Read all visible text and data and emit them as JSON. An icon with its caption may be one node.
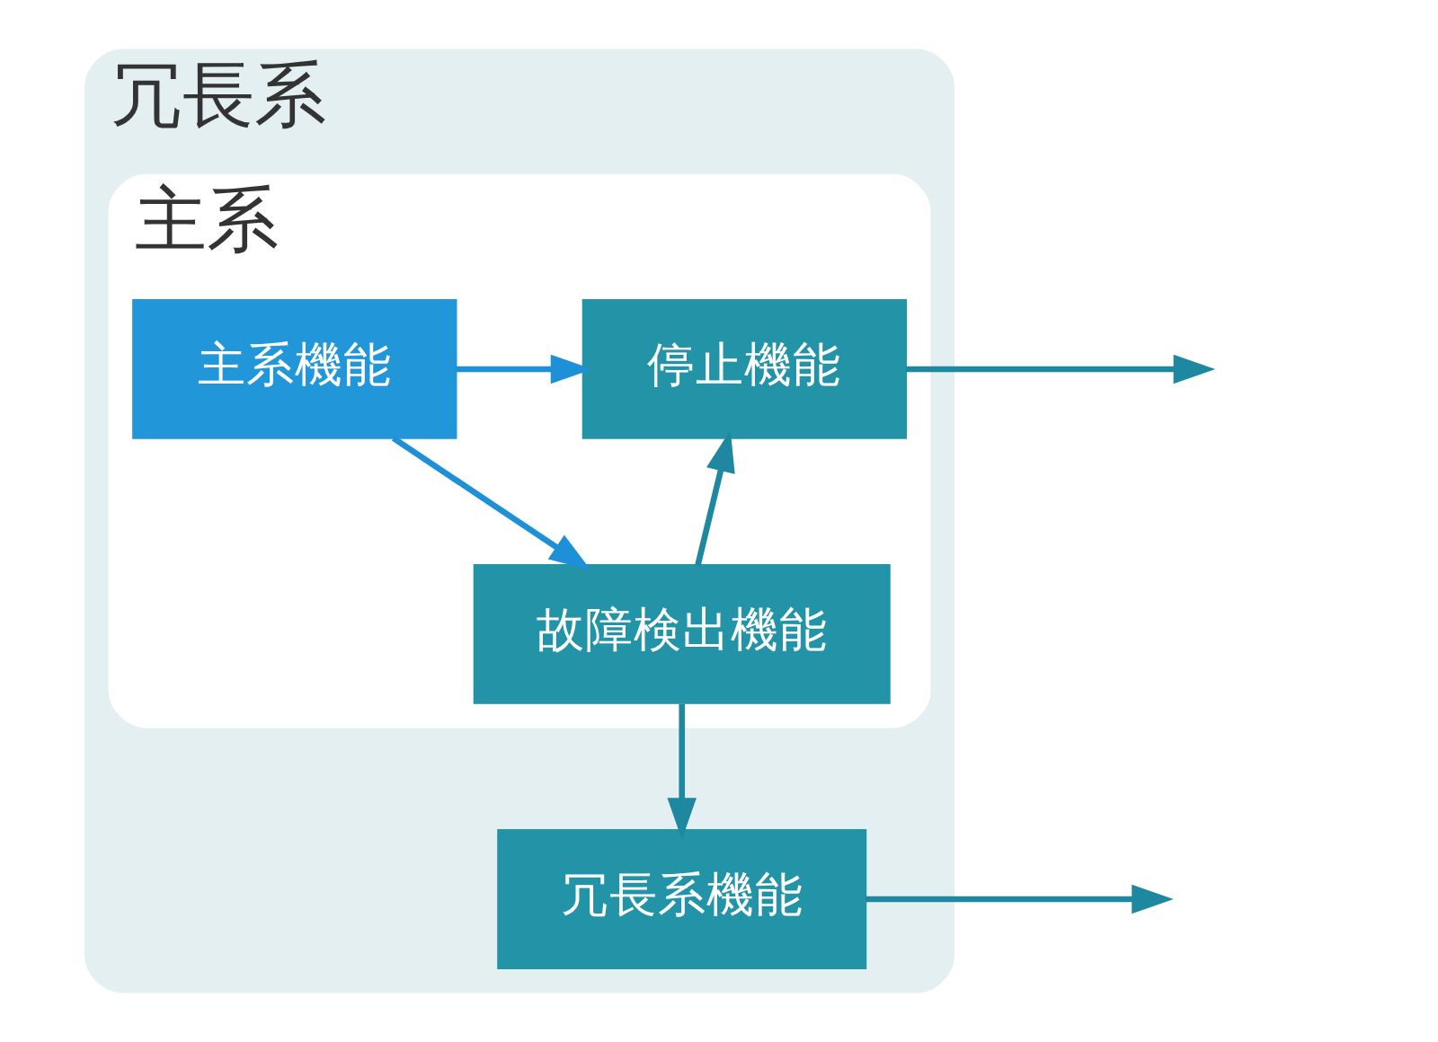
{
  "diagram": {
    "nodes": [
      {
        "text": [
          "冗長系"
        ]
      },
      {
        "text": [
          "主系"
        ],
        "in": 0
      },
      {
        "text": [
          "主系機能"
        ],
        "in": 1
      },
      {
        "text": [
          "停止機能"
        ],
        "in": 1
      },
      {
        "text": [
          "故障検出機能"
        ],
        "in": 1
      },
      {
        "text": [
          "冗長系機能"
        ],
        "in": 0
      }
    ],
    "edges": [
      {
        "from": 2,
        "to": 3,
        "arrow": "to",
        "color": "#1e90d8"
      },
      {
        "from": 3,
        "to": null,
        "arrow": "to"
      },
      {
        "from": 2,
        "to": 4,
        "arrow": "to",
        "color": "#1e90d8"
      },
      {
        "from": 4,
        "to": 3,
        "arrow": "to"
      },
      {
        "from": 4,
        "to": 5,
        "arrow": "to"
      },
      {
        "from": 5,
        "to": null,
        "arrow": "to"
      }
    ]
  }
}
